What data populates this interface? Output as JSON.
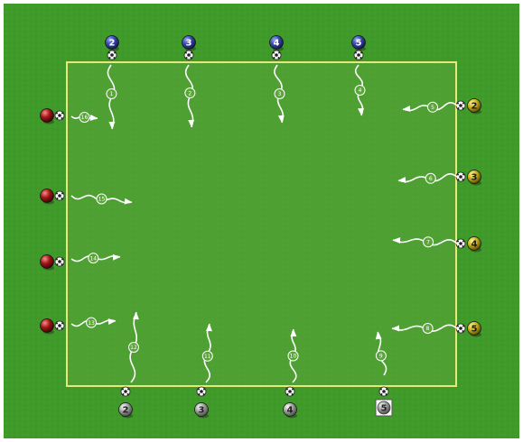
{
  "colors": {
    "field": "#3f9a2a",
    "field_light": "#4aa833",
    "area": "#5ba53b",
    "area_border": "#e8e87a",
    "arrow": "#ffffff",
    "blue_player": "#3848a8",
    "red_player": "#a01818",
    "yellow_player": "#c8b018",
    "gray_player": "#9a9a9a"
  },
  "top_players": [
    {
      "label": "2",
      "icon": "blue-player-icon"
    },
    {
      "label": "3",
      "icon": "blue-player-icon"
    },
    {
      "label": "4",
      "icon": "blue-player-icon"
    },
    {
      "label": "5",
      "icon": "blue-player-icon"
    }
  ],
  "right_players": [
    {
      "label": "2",
      "icon": "yellow-player-icon"
    },
    {
      "label": "3",
      "icon": "yellow-player-icon"
    },
    {
      "label": "4",
      "icon": "yellow-player-icon"
    },
    {
      "label": "5",
      "icon": "yellow-player-icon"
    }
  ],
  "bottom_players": [
    {
      "label": "2",
      "icon": "gray-player-icon"
    },
    {
      "label": "3",
      "icon": "gray-player-icon"
    },
    {
      "label": "4",
      "icon": "gray-player-icon"
    },
    {
      "label": "5",
      "icon": "gray-player-icon"
    }
  ],
  "left_players": [
    {
      "icon": "red-player-icon"
    },
    {
      "icon": "red-player-icon"
    },
    {
      "icon": "red-player-icon"
    },
    {
      "icon": "red-player-icon"
    }
  ],
  "dribble_sequence": [
    "1",
    "2",
    "3",
    "4",
    "5",
    "6",
    "7",
    "8",
    "9",
    "10",
    "11",
    "12",
    "13",
    "14",
    "15",
    "16"
  ]
}
